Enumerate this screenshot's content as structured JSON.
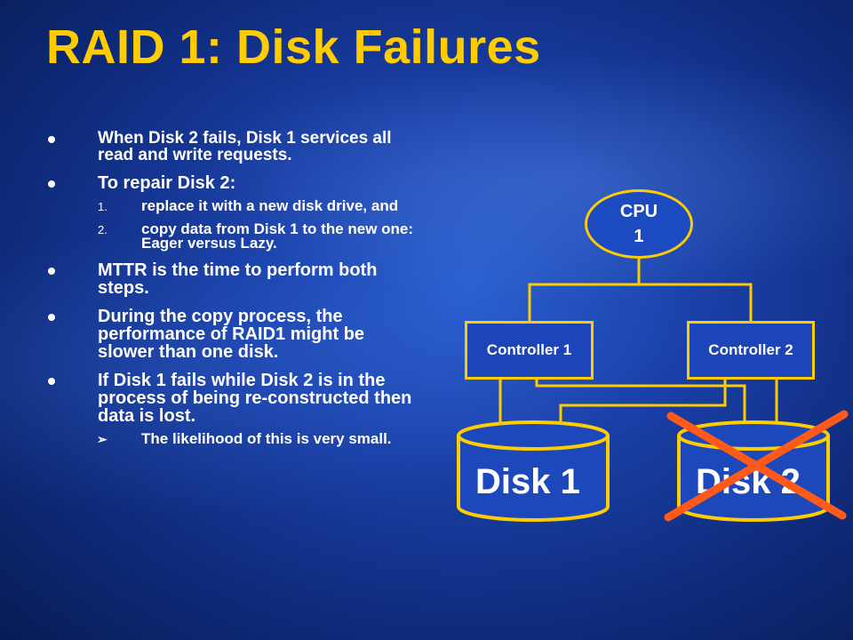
{
  "title": "RAID 1:  Disk Failures",
  "bullets": [
    {
      "text": "When Disk 2 fails, Disk 1 services all read and write requests.",
      "size": "small"
    },
    {
      "text": "To repair Disk 2:",
      "size": "big",
      "steps": [
        {
          "num": "1.",
          "text": "replace it with a new disk drive, and"
        },
        {
          "num": "2.",
          "text": "copy data from Disk 1 to the new one:  Eager versus Lazy."
        }
      ]
    },
    {
      "text": "MTTR is the time to perform both steps.",
      "size": "big"
    },
    {
      "text": "During the copy process, the performance of RAID1 might be slower than one disk.",
      "size": "big"
    },
    {
      "text": "If Disk 1 fails while Disk 2 is in the process of being re-constructed then data is lost.",
      "size": "big",
      "note": "The likelihood of this is very small."
    }
  ],
  "diagram": {
    "cpu_line1": "CPU",
    "cpu_line2": "1",
    "controller1": "Controller 1",
    "controller2": "Controller 2",
    "disk1": "Disk 1",
    "disk2": "Disk 2",
    "disk2_status": "failed",
    "colors": {
      "outline": "#ffcc00",
      "cross": "#ff5a1a",
      "title": "#ffcc00"
    }
  }
}
